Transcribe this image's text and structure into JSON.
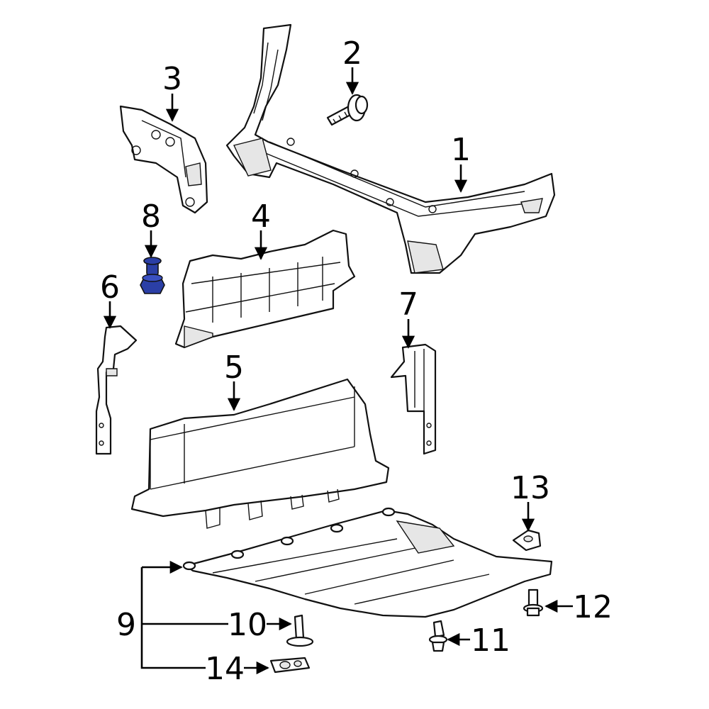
{
  "callouts": {
    "c1": "1",
    "c2": "2",
    "c3": "3",
    "c4": "4",
    "c5": "5",
    "c6": "6",
    "c7": "7",
    "c8": "8",
    "c9": "9",
    "c10": "10",
    "c11": "11",
    "c12": "12",
    "c13": "13",
    "c14": "14"
  },
  "colors": {
    "highlight_part": "#2b3fa6",
    "line": "#111111"
  }
}
